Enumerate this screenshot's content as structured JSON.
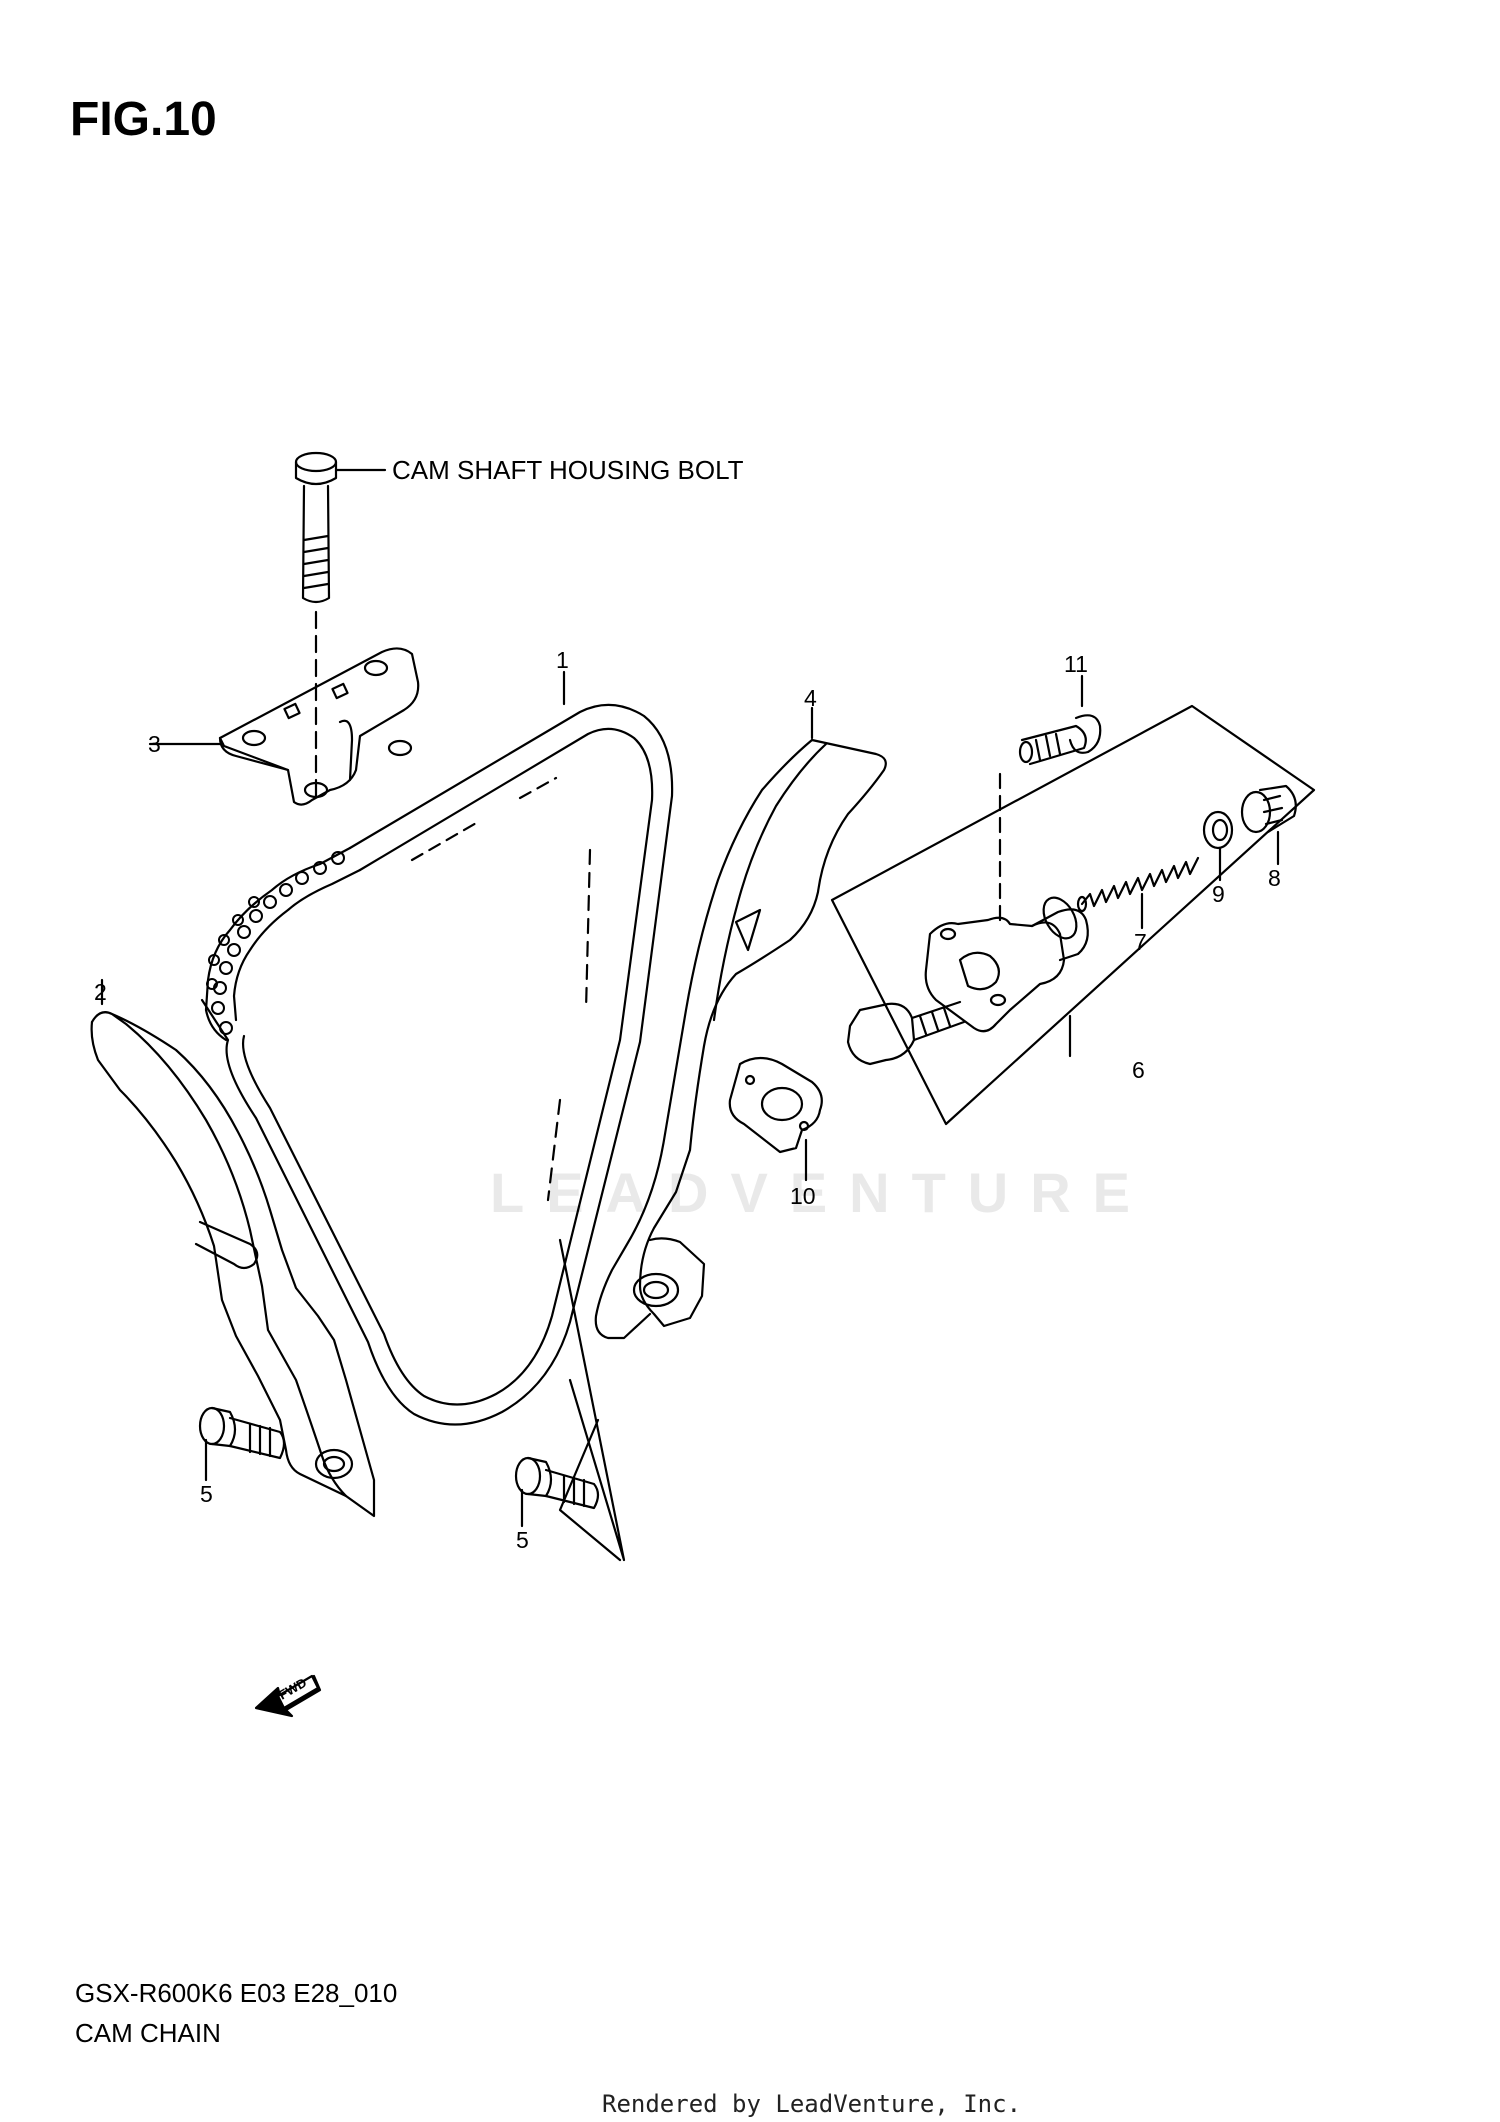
{
  "figure": {
    "title": "FIG.10"
  },
  "callouts": {
    "note_bolt": "CAM SHAFT HOUSING BOLT",
    "p1": "1",
    "p2": "2",
    "p3": "3",
    "p4": "4",
    "p5a": "5",
    "p5b": "5",
    "p6": "6",
    "p7": "7",
    "p8": "8",
    "p9": "9",
    "p10": "10",
    "p11": "11"
  },
  "fwd_arrow": {
    "label": "FWD"
  },
  "watermark": "LEADVENTURE",
  "footer": {
    "code": "GSX-R600K6 E03 E28_010",
    "name": "CAM CHAIN",
    "rendered_by": "Rendered by LeadVenture, Inc."
  }
}
